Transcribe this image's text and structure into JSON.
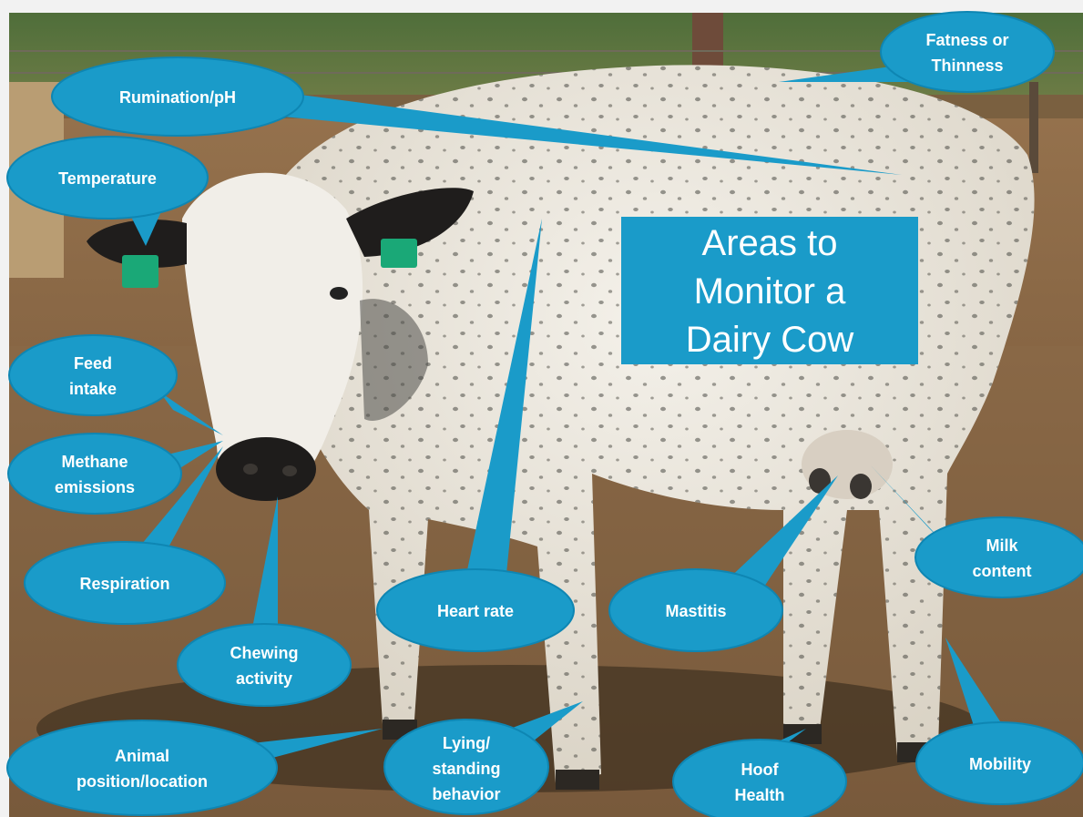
{
  "title": {
    "lines": [
      "Areas to",
      "Monitor a",
      "Dairy Cow"
    ]
  },
  "callouts": [
    {
      "id": "fatness-or-thinness",
      "lines": [
        "Fatness or",
        "Thinness"
      ]
    },
    {
      "id": "rumination-ph",
      "lines": [
        "Rumination/pH"
      ]
    },
    {
      "id": "temperature",
      "lines": [
        "Temperature"
      ]
    },
    {
      "id": "feed-intake",
      "lines": [
        "Feed",
        "intake"
      ]
    },
    {
      "id": "methane-emissions",
      "lines": [
        "Methane",
        "emissions"
      ]
    },
    {
      "id": "respiration",
      "lines": [
        "Respiration"
      ]
    },
    {
      "id": "chewing-activity",
      "lines": [
        "Chewing",
        "activity"
      ]
    },
    {
      "id": "animal-position-location",
      "lines": [
        "Animal",
        "position/location"
      ]
    },
    {
      "id": "lying-standing-behavior",
      "lines": [
        "Lying/",
        "standing",
        "behavior"
      ]
    },
    {
      "id": "heart-rate",
      "lines": [
        "Heart rate"
      ]
    },
    {
      "id": "mastitis",
      "lines": [
        "Mastitis"
      ]
    },
    {
      "id": "milk-content",
      "lines": [
        "Milk",
        "content"
      ]
    },
    {
      "id": "hoof-health",
      "lines": [
        "Hoof",
        "Health"
      ]
    },
    {
      "id": "mobility",
      "lines": [
        "Mobility"
      ]
    }
  ],
  "colors": {
    "callout_fill": "#1a9bc9",
    "callout_stroke": "#0e86b3",
    "title_fill": "#1a9bc9",
    "ground": "#8a6a48",
    "cow": "#ece8e0"
  }
}
